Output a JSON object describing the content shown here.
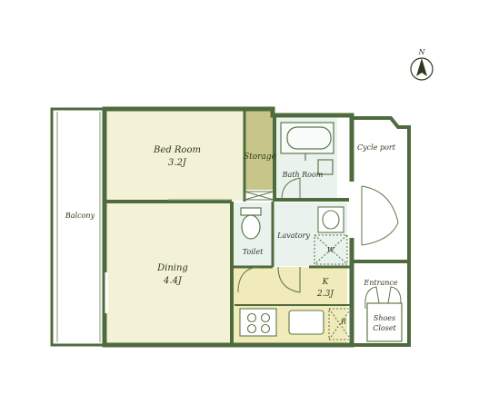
{
  "compass": {
    "label": "N"
  },
  "rooms": {
    "balcony": {
      "label": "Balcony"
    },
    "bedroom": {
      "label": "Bed Room",
      "size": "3.2J"
    },
    "storage": {
      "label": "Storage"
    },
    "bathroom": {
      "label": "Bath Room"
    },
    "cycle_port": {
      "label": "Cycle port"
    },
    "dining": {
      "label": "Dining",
      "size": "4.4J"
    },
    "toilet": {
      "label": "Toilet"
    },
    "lavatory": {
      "label": "Lavatory"
    },
    "kitchen": {
      "label": "K",
      "size": "2.3J"
    },
    "entrance": {
      "label": "Entrance"
    },
    "shoes_closet": {
      "line1": "Shoes",
      "line2": "Closet"
    }
  },
  "fixtures": {
    "washer_mark": "W",
    "fridge_mark": "R"
  },
  "colors": {
    "wall": "#4f6b3e",
    "room_fill": "#f3f2d6",
    "storage_fill": "#c8c58a",
    "kitchen_fill": "#f1ebbc",
    "wet_fill": "#eaf2ee",
    "fixture_line": "#5d7a4a"
  }
}
